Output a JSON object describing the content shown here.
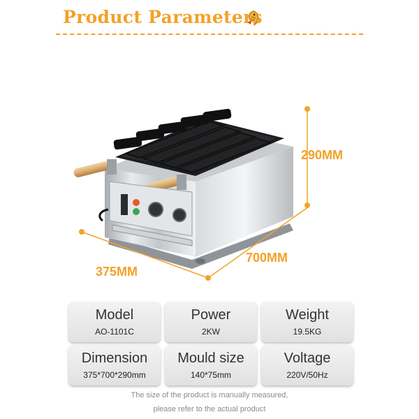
{
  "header": {
    "title": "Product Parameters",
    "accent_color": "#f2a229",
    "icon": "taiyaki-fish-icon"
  },
  "product_image": {
    "subject": "fish-shaped waffle maker",
    "dimensions": {
      "height": "290MM",
      "width": "700MM",
      "depth": "375MM"
    }
  },
  "specs": [
    {
      "label": "Model",
      "value": "AO-1101C"
    },
    {
      "label": "Power",
      "value": "2KW"
    },
    {
      "label": "Weight",
      "value": "19.5KG"
    },
    {
      "label": "Dimension",
      "value": "375*700*290mm"
    },
    {
      "label": "Mould size",
      "value": "140*75mm"
    },
    {
      "label": "Voltage",
      "value": "220V/50Hz"
    }
  ],
  "notes": {
    "line1": "The size of the product is manually measured,",
    "line2": "please refer to the actual product"
  }
}
